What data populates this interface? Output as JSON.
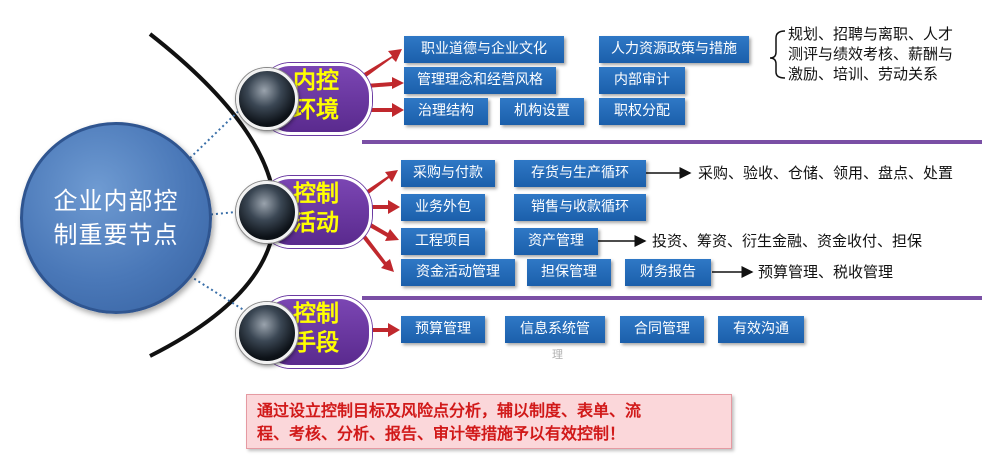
{
  "center": {
    "label": "企业内部控制重要节点"
  },
  "groups": [
    {
      "label": "内控环境"
    },
    {
      "label": "控制活动"
    },
    {
      "label": "控制手段"
    }
  ],
  "boxes": {
    "g1": [
      "职业道德与企业文化",
      "人力资源政策与措施",
      "管理理念和经营风格",
      "内部审计",
      "治理结构",
      "机构设置",
      "职权分配"
    ],
    "g2": [
      "采购与付款",
      "存货与生产循环",
      "业务外包",
      "销售与收款循环",
      "工程项目",
      "资产管理",
      "资金活动管理",
      "担保管理",
      "财务报告"
    ],
    "g3": [
      "预算管理",
      "信息系统管",
      "合同管理",
      "有效沟通"
    ]
  },
  "notes": {
    "hr_lines": [
      "规划、招聘与离职、人才",
      "测评与绩效考核、薪酬与",
      "激励、培训、劳动关系"
    ],
    "inventory": "采购、验收、仓储、领用、盘点、处置",
    "assets": "投资、筹资、衍生金融、资金收付、担保",
    "finance": "预算管理、税收管理",
    "ghost": "理"
  },
  "summary": {
    "line1": "通过设立控制目标及风险点分析，辅以制度、表单、流",
    "line2": "程、考核、分析、报告、审计等措施予以有效控制！"
  },
  "colors": {
    "box": "#1f63ad",
    "pill": "#6a35a0",
    "pill_text": "#ffff00",
    "arrow": "#c0282d",
    "center": "#4a78b8",
    "summary_text": "#d11919",
    "summary_bg": "#fbd7da"
  }
}
